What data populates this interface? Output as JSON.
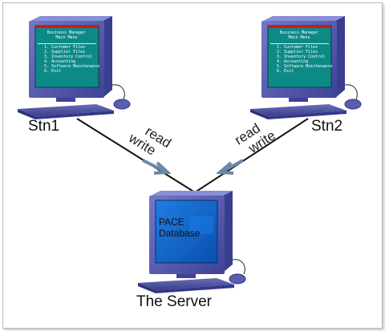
{
  "stations": [
    {
      "label": "Stn1",
      "screen_title": "Business Manager",
      "screen_subtitle": "Main Menu",
      "menu": [
        "1. Customer Files",
        "2. Supplier Files",
        "3. Inventory Control",
        "4. Accounting",
        "5. Software Maintenance",
        "6. Exit"
      ]
    },
    {
      "label": "Stn2",
      "screen_title": "Business Manager",
      "screen_subtitle": "Main Menu",
      "menu": [
        "1. Customer Files",
        "2. Supplier Files",
        "3. Inventory Control",
        "4. Accounting",
        "5. Software Maintenance",
        "6. Exit"
      ]
    }
  ],
  "links": [
    {
      "top": "read",
      "bottom": "write"
    },
    {
      "top": "read",
      "bottom": "write"
    }
  ],
  "server": {
    "label": "The Server",
    "screen_line1": "PACE",
    "screen_line2": "Database"
  },
  "colors": {
    "monitor_body": "#5a5eb0",
    "station_screen": "#0e8a86",
    "screen_red_bar": "#cc1a1a",
    "server_screen": "#1466c8",
    "arrow": "#6b88a6"
  }
}
